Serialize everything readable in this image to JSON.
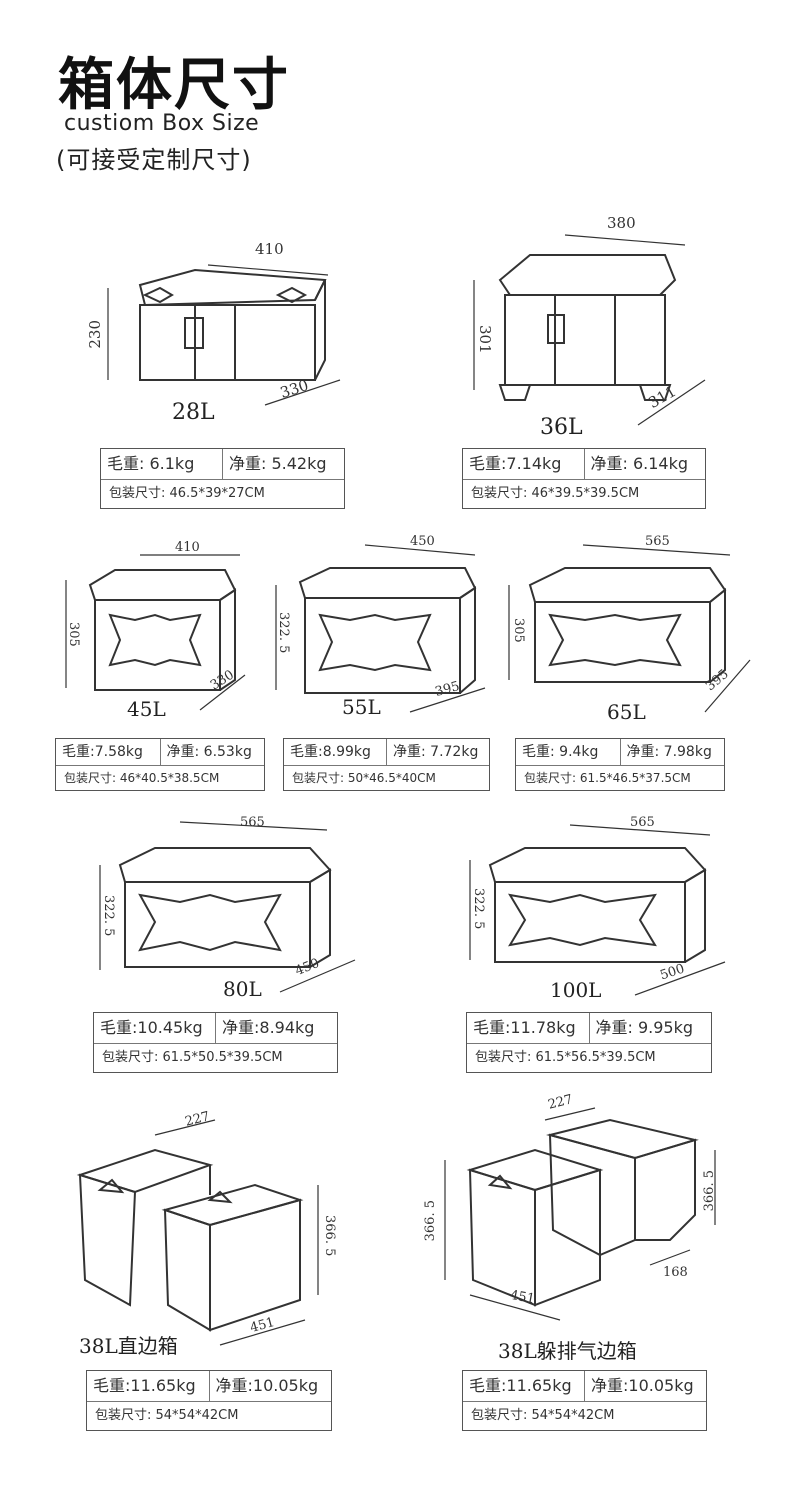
{
  "header": {
    "title": "箱体尺寸",
    "subtitle": "custiom Box Size",
    "note": "(可接受定制尺寸)"
  },
  "boxes": [
    {
      "model": "28L",
      "dims": {
        "width": "410",
        "height": "230",
        "depth": "330"
      },
      "gross": "毛重: 6.1kg",
      "net": "净重: 5.42kg",
      "package": "包装尺寸: 46.5*39*27CM"
    },
    {
      "model": "36L",
      "dims": {
        "width": "380",
        "height": "301",
        "depth": "311"
      },
      "gross": "毛重:7.14kg",
      "net": "净重: 6.14kg",
      "package": "包装尺寸: 46*39.5*39.5CM"
    },
    {
      "model": "45L",
      "dims": {
        "width": "410",
        "height": "305",
        "depth": "330"
      },
      "gross": "毛重:7.58kg",
      "net": "净重: 6.53kg",
      "package": "包装尺寸: 46*40.5*38.5CM"
    },
    {
      "model": "55L",
      "dims": {
        "width": "450",
        "height": "322. 5",
        "depth": "395"
      },
      "gross": "毛重:8.99kg",
      "net": "净重: 7.72kg",
      "package": "包装尺寸: 50*46.5*40CM"
    },
    {
      "model": "65L",
      "dims": {
        "width": "565",
        "height": "305",
        "depth": "395"
      },
      "gross": "毛重: 9.4kg",
      "net": "净重: 7.98kg",
      "package": "包装尺寸: 61.5*46.5*37.5CM"
    },
    {
      "model": "80L",
      "dims": {
        "width": "565",
        "height": "322. 5",
        "depth": "450"
      },
      "gross": "毛重:10.45kg",
      "net": "净重:8.94kg",
      "package": "包装尺寸: 61.5*50.5*39.5CM"
    },
    {
      "model": "100L",
      "dims": {
        "width": "565",
        "height": "322. 5",
        "depth": "500"
      },
      "gross": "毛重:11.78kg",
      "net": "净重: 9.95kg",
      "package": "包装尺寸: 61.5*56.5*39.5CM"
    },
    {
      "model": "38L直边箱",
      "dims": {
        "width": "451",
        "height": "366. 5",
        "depth": "227"
      },
      "gross": "毛重:11.65kg",
      "net": "净重:10.05kg",
      "package": "包装尺寸: 54*54*42CM"
    },
    {
      "model": "38L躲排气边箱",
      "dims": {
        "width": "451",
        "height": "366. 5",
        "height2": "366. 5",
        "depth": "168",
        "depth2": "227"
      },
      "gross": "毛重:11.65kg",
      "net": "净重:10.05kg",
      "package": "包装尺寸: 54*54*42CM"
    }
  ],
  "colors": {
    "line": "#333333",
    "border": "#555555",
    "text": "#222222"
  }
}
